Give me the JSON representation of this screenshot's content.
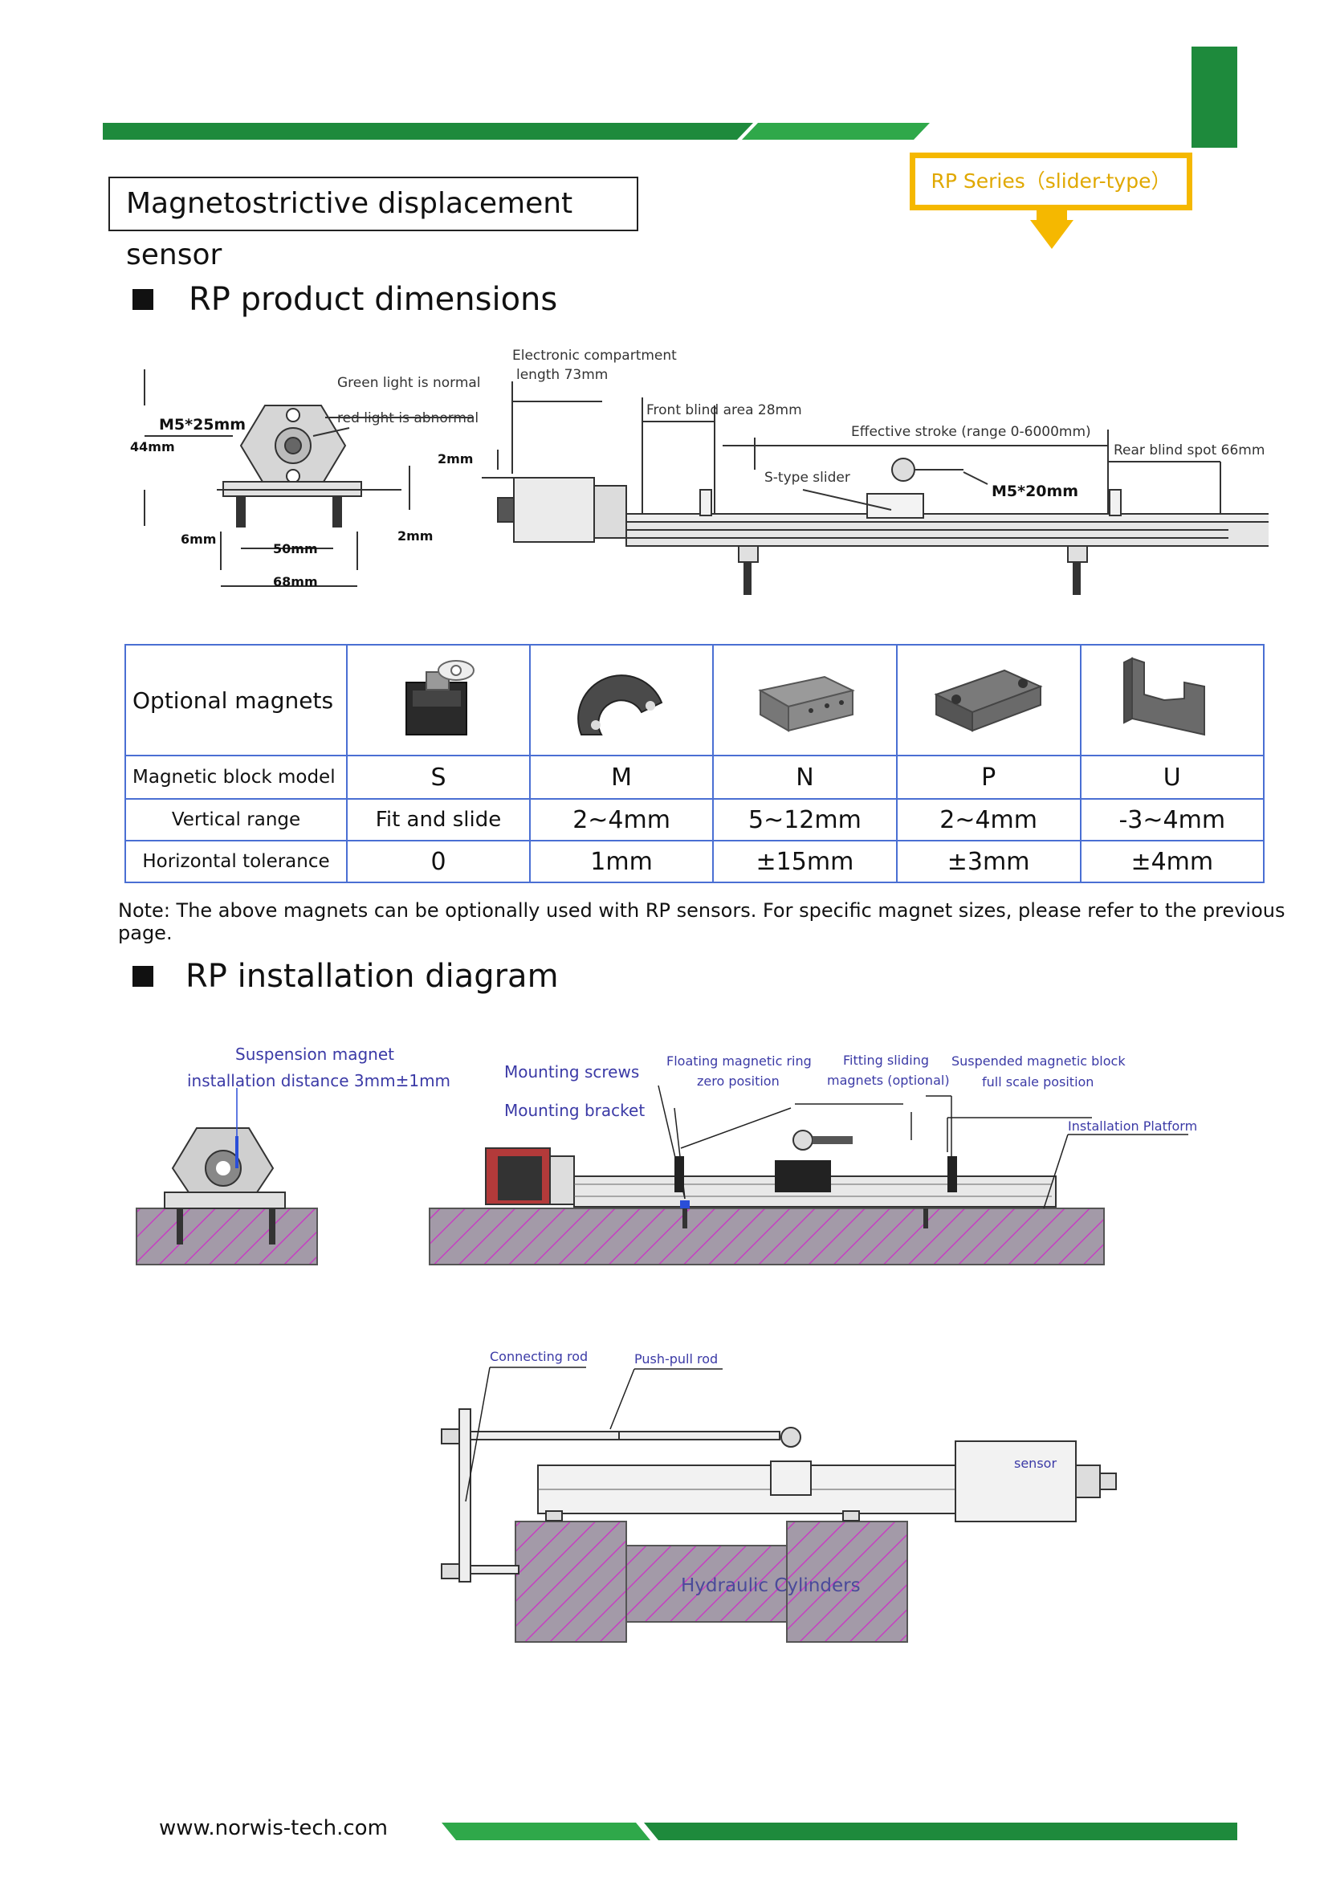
{
  "header": {
    "doc_title": "Magnetostrictive displacement sensor",
    "series_label": "RP Series（slider-type）",
    "brand_green": "#1e8a3c",
    "accent_yellow": "#f5b800"
  },
  "dimensions_section": {
    "title": "RP product dimensions",
    "labels": {
      "green_light": "Green light is normal",
      "red_light": "red light is abnormal",
      "m5_25": "M5*25mm",
      "d44": "44mm",
      "d2_top": "2mm",
      "d6": "6mm",
      "d2": "2mm",
      "d50": "50mm",
      "d68": "68mm",
      "elec1": "Electronic compartment",
      "elec2": "length 73mm",
      "front_blind": "Front blind area 28mm",
      "eff_stroke": "Effective stroke (range 0-6000mm)",
      "rear_blind": "Rear blind spot 66mm",
      "s_slider": "S-type slider",
      "m5_20": "M5*20mm"
    }
  },
  "magnets_table": {
    "header_label": "Optional magnets",
    "rows": [
      {
        "label": "Magnetic block model",
        "cells": [
          "S",
          "M",
          "N",
          "P",
          "U"
        ]
      },
      {
        "label": "Vertical range",
        "cells": [
          "Fit and slide",
          "2~4mm",
          "5~12mm",
          "2~4mm",
          "-3~4mm"
        ]
      },
      {
        "label": "Horizontal tolerance",
        "cells": [
          "0",
          "1mm",
          "±15mm",
          "±3mm",
          "±4mm"
        ]
      }
    ]
  },
  "note": "Note: The above magnets can be optionally used with RP sensors. For specific magnet sizes, please refer to the previous page.",
  "installation_section": {
    "title": "RP installation diagram",
    "labels": {
      "suspension1": "Suspension magnet",
      "suspension2": "installation distance 3mm±1mm",
      "screws": "Mounting screws",
      "bracket": "Mounting bracket",
      "floating1": "Floating magnetic ring",
      "floating2": "zero position",
      "fitting1": "Fitting sliding",
      "fitting2": "magnets (optional)",
      "suspended1": "Suspended magnetic block",
      "suspended2": "full scale position",
      "platform": "Installation Platform",
      "connecting_rod": "Connecting rod",
      "push_pull": "Push-pull rod",
      "sensor": "sensor",
      "hydraulic": "Hydraulic Cylinders"
    }
  },
  "footer": {
    "website": "www.norwis-tech.com"
  }
}
